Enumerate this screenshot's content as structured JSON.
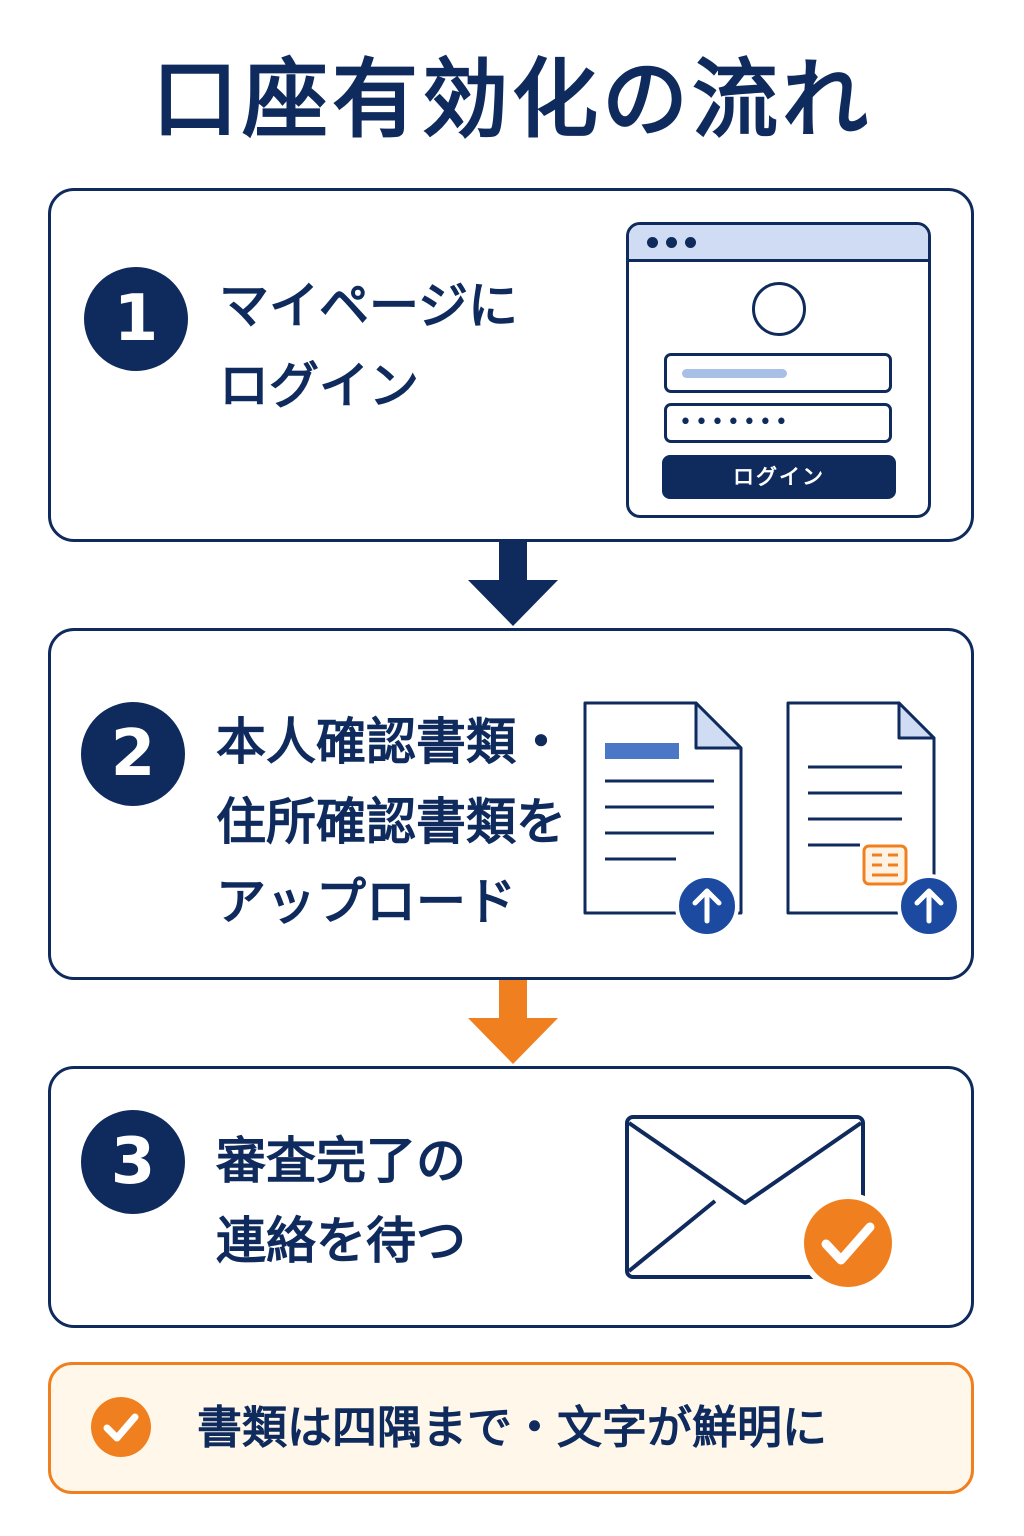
{
  "title": "口座有効化の流れ",
  "steps": [
    {
      "number": "1",
      "lines": [
        "マイページに",
        "ログイン"
      ]
    },
    {
      "number": "2",
      "lines": [
        "本人確認書類・",
        "住所確認書類を",
        "アップロード"
      ]
    },
    {
      "number": "3",
      "lines": [
        "審査完了の",
        "連絡を待つ"
      ]
    }
  ],
  "login_mock": {
    "password_mask": "•••••••",
    "button_label": "ログイン"
  },
  "notice": {
    "text": "書類は四隅まで・文字が鮮明に"
  },
  "icons": {
    "browser": "browser-window-icon",
    "user": "user-avatar-icon",
    "document": "document-icon",
    "upload": "upload-arrow-icon",
    "stamp": "stamp-icon",
    "envelope": "envelope-icon",
    "check": "check-circle-icon"
  },
  "colors": {
    "navy": "#0f2a5c",
    "orange": "#f0801f",
    "upload_blue": "#1b4aa0",
    "light_blue": "#cfdcf3",
    "notice_bg": "#fff8ea"
  }
}
